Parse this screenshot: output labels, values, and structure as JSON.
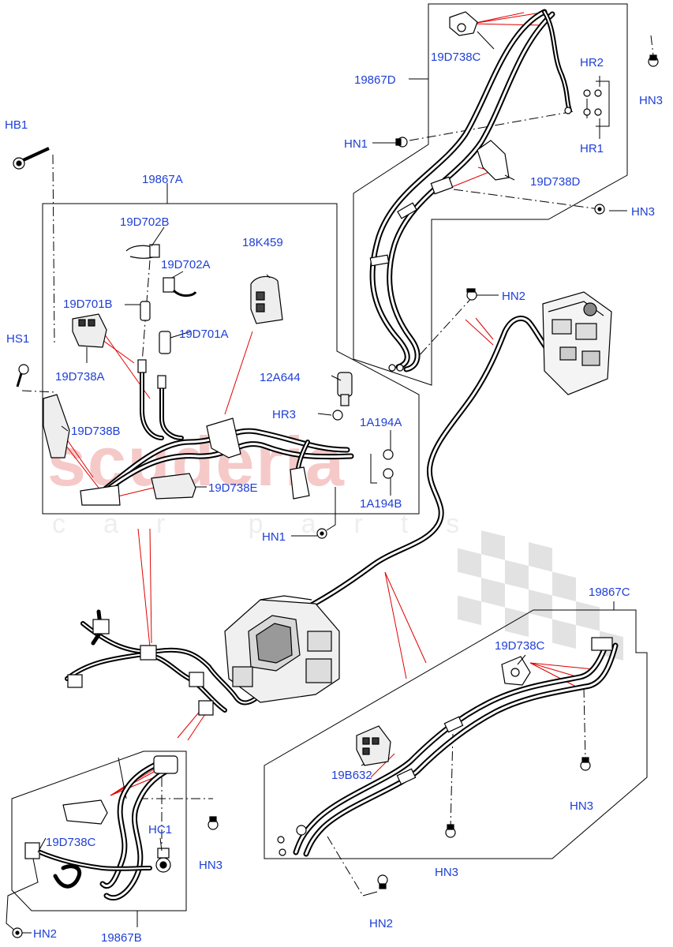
{
  "colors": {
    "label": "#1f3fd6",
    "leader": "#e00000",
    "frame": "#000000",
    "watermark": "#f6c9c9",
    "checker": "#dcdcdc"
  },
  "watermark": {
    "brand": "scuderia",
    "sub": "car parts"
  },
  "labels": {
    "p19867D": "19867D",
    "p19D738C_top": "19D738C",
    "HR2": "HR2",
    "HR1": "HR1",
    "HN3_top": "HN3",
    "HN1_top": "HN1",
    "p19D738D": "19D738D",
    "HN3_mid": "HN3",
    "HB1": "HB1",
    "p19867A": "19867A",
    "p19D702B": "19D702B",
    "p19D702A": "19D702A",
    "p18K459": "18K459",
    "p19D701B": "19D701B",
    "p19D701A": "19D701A",
    "HS1": "HS1",
    "p19D738A": "19D738A",
    "p12A644": "12A644",
    "HR3": "HR3",
    "p1A194A": "1A194A",
    "p19D738B": "19D738B",
    "p19D738E": "19D738E",
    "p1A194B": "1A194B",
    "HN1_mid": "HN1",
    "HN2_top": "HN2",
    "p19867C": "19867C",
    "p19D738C_right": "19D738C",
    "p19B632": "19B632",
    "HN3_right": "HN3",
    "HN3_rbottom": "HN3",
    "HN2_bottom": "HN2",
    "HC1": "HC1",
    "p19D738C_left": "19D738C",
    "HN3_left": "HN3",
    "HN2_left": "HN2",
    "p19867B": "19867B"
  }
}
